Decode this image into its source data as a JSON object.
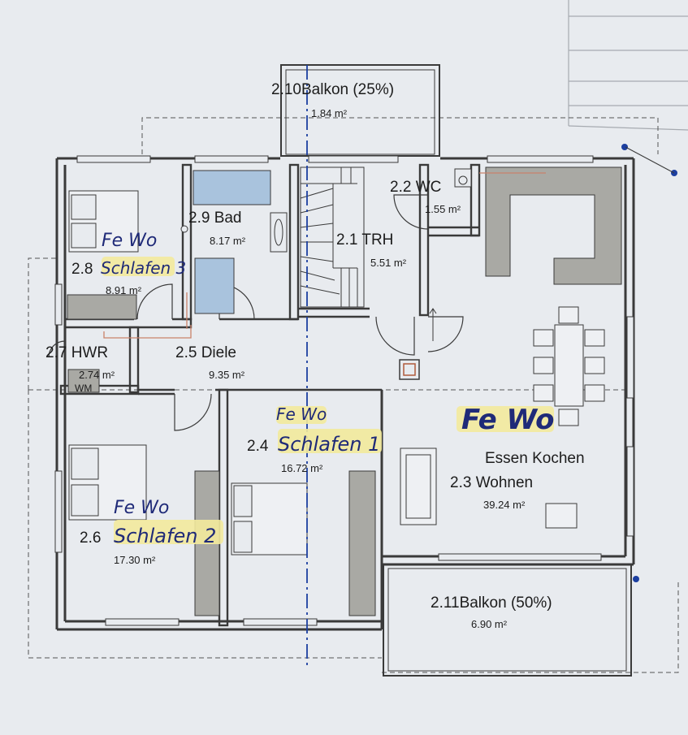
{
  "rooms": {
    "balkon_top": {
      "name": "2.10Balkon (25%)",
      "area": "1.84 m²"
    },
    "wc": {
      "name": "2.2 WC",
      "area": "1.55 m²"
    },
    "bad": {
      "name": "2.9 Bad",
      "area": "8.17 m²"
    },
    "trh": {
      "name": "2.1 TRH",
      "area": "5.51 m²"
    },
    "schlafen3": {
      "number": "2.8",
      "area": "8.91 m²"
    },
    "hwr": {
      "name": "2.7 HWR",
      "area": "2.74 m²",
      "wm": "WM"
    },
    "diele": {
      "name": "2.5 Diele",
      "area": "9.35 m²"
    },
    "schlafen1": {
      "number": "2.4",
      "area": "16.72 m²"
    },
    "wohnen": {
      "line1": "Essen Kochen",
      "line2": "2.3 Wohnen",
      "area": "39.24 m²"
    },
    "schlafen2": {
      "number": "2.6",
      "area": "17.30 m²"
    },
    "balkon_bottom": {
      "name": "2.11Balkon (50%)",
      "area": "6.90 m²"
    }
  },
  "handwriting": {
    "fewo_schlafen3": "Fe Wo",
    "schlafen3": "Schlafen 3",
    "fewo_schlafen1": "Fe Wo",
    "schlafen1": "Schlafen 1",
    "fewo_wohnen": "Fe Wo",
    "fewo_schlafen2": "Fe Wo",
    "schlafen2": "Schlafen 2"
  },
  "colors": {
    "paper": "#e8ebef",
    "wall": "#3a3a3a",
    "furniture_gray": "#a9a9a4",
    "bath_blue": "#a9c3dd",
    "ink_blue": "#1f2a78",
    "highlighter": "#f3ea9c",
    "axis_blue": "#1c3fa0"
  }
}
